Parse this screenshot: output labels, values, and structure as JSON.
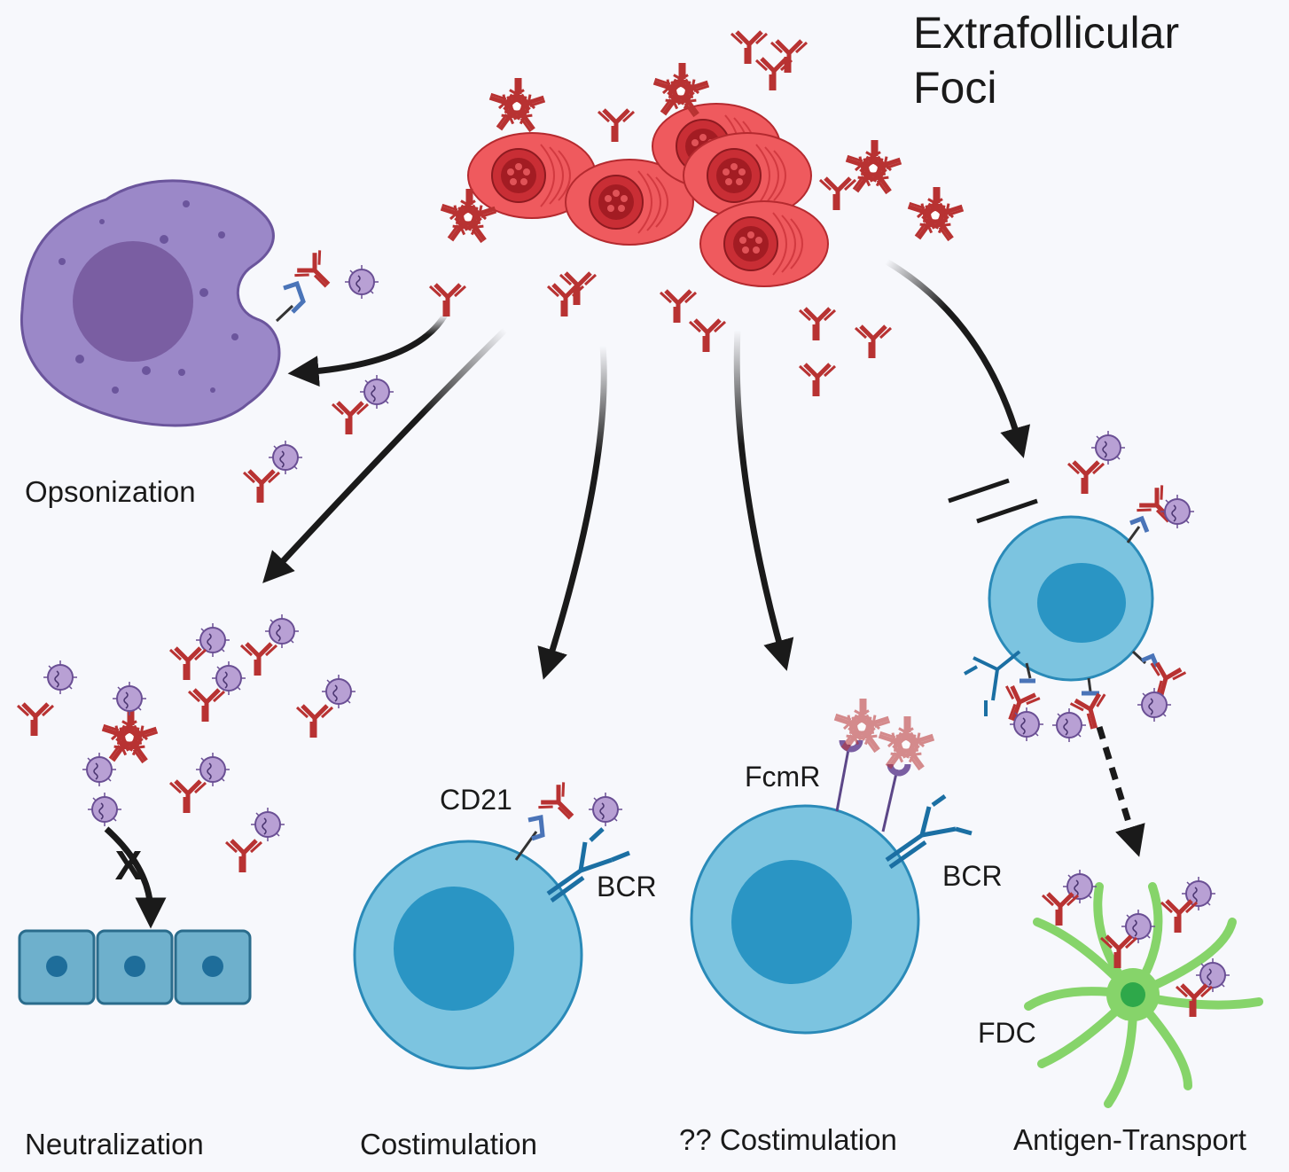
{
  "title": {
    "line1": "Extrafollicular",
    "line2": "Foci"
  },
  "pathways": [
    {
      "id": "opsonization",
      "label": "Opsonization"
    },
    {
      "id": "neutralization",
      "label": "Neutralization"
    },
    {
      "id": "costimulation",
      "label": "Costimulation"
    },
    {
      "id": "fcmr-costimulation",
      "label": "?? Costimulation"
    },
    {
      "id": "antigen-transport",
      "label": "Antigen-Transport"
    }
  ],
  "receptors": {
    "cd21": "CD21",
    "bcr_1": "BCR",
    "fcmr": "FcmR",
    "bcr_2": "BCR",
    "fdc": "FDC"
  },
  "blocked_mark": "X",
  "colors": {
    "plasma_cell": "#e8474e",
    "antibody": "#b83232",
    "b_cell": "#7cc4e0",
    "b_cell_nucleus": "#2a95c4",
    "macrophage": "#9b88c8",
    "virus": "#b8a0d4",
    "fdc": "#86d46a",
    "epithelium": "#6eb0cc",
    "arrow": "#1a1a1a",
    "bcr": "#1b6fa3"
  }
}
